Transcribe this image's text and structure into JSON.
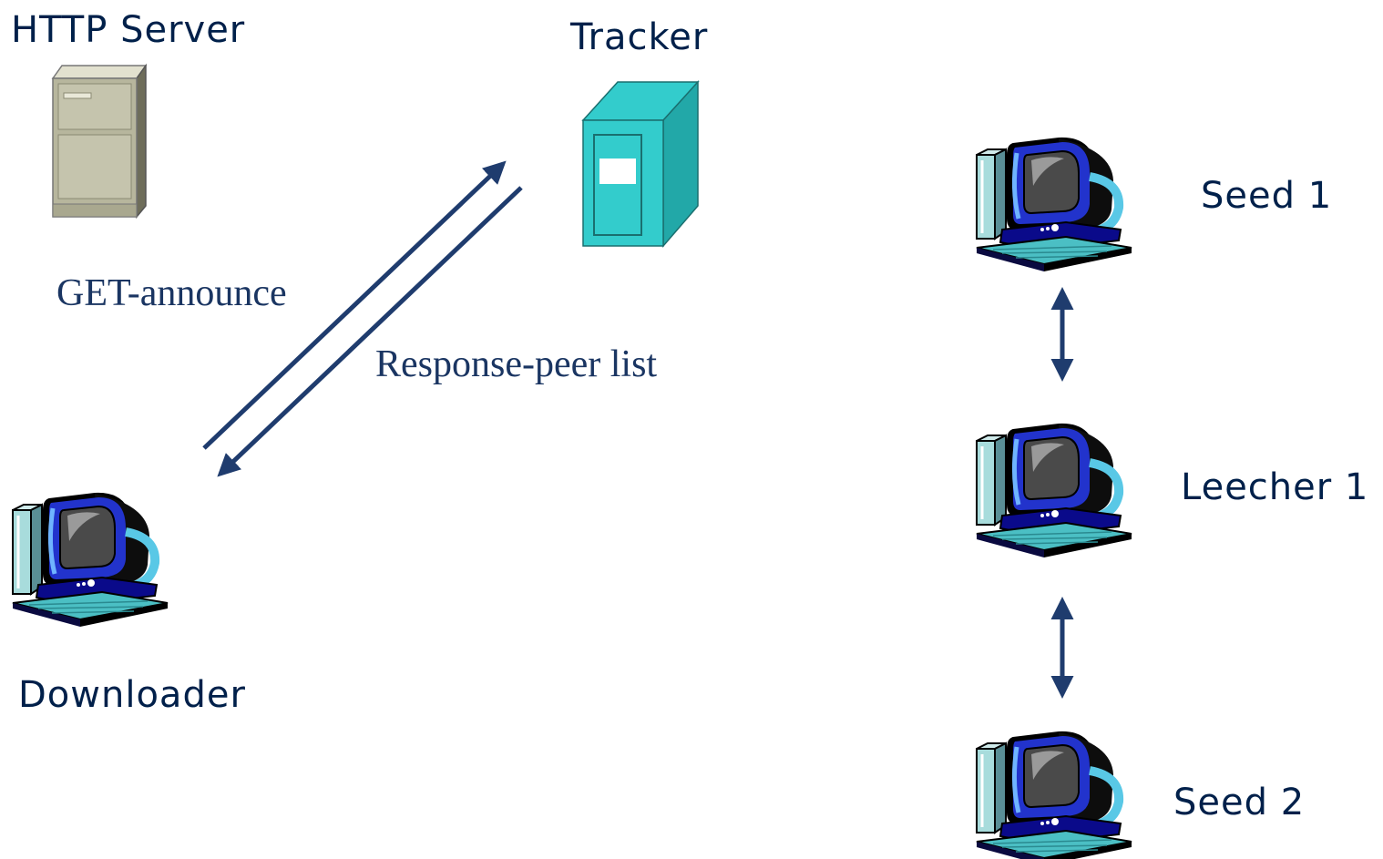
{
  "labels": {
    "http_server": "HTTP Server",
    "tracker": "Tracker",
    "get_announce": "GET-announce",
    "response_peer_list": "Response-peer list",
    "downloader": "Downloader",
    "seed1": "Seed 1",
    "leecher1": "Leecher 1",
    "seed2": "Seed 2"
  },
  "colors": {
    "text": "#00204a",
    "arrow": "#1f3c6e",
    "tracker_fill": "#33cccc",
    "server_fill": "#b7b69d"
  }
}
